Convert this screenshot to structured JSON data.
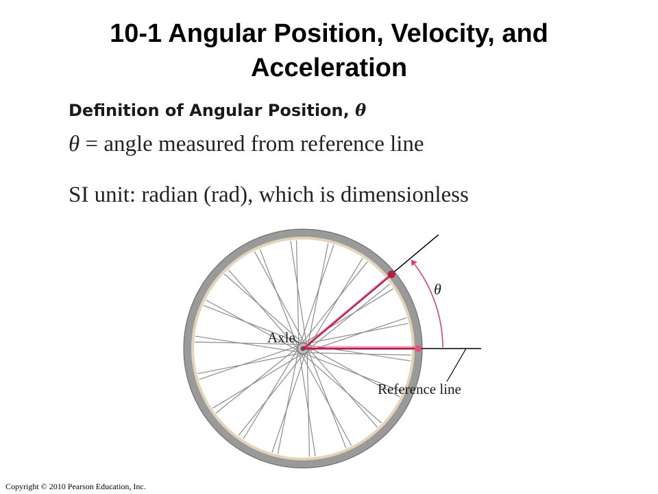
{
  "title": "10-1 Angular Position, Velocity, and Acceleration",
  "definition": {
    "heading": "Definition of Angular Position,",
    "symbol": "θ"
  },
  "equation": {
    "symbol": "θ",
    "equals": "=",
    "text": "angle measured from reference line"
  },
  "si_unit": "SI unit: radian (rad), which is dimensionless",
  "diagram": {
    "axle_label": "Axle",
    "reference_label": "Reference line",
    "angle_label": "θ",
    "spoke_count": 36,
    "angle_degrees": 40,
    "colors": {
      "tire": "#9a9a9a",
      "tire_edge": "#6e6e6e",
      "rim_highlight": "#e3d3b8",
      "spoke": "#8a8a8a",
      "radius_line": "#b31f47",
      "radius_line_light": "#e88aa6",
      "marker": "#e05577",
      "arc": "#d8436a",
      "axis": "#000000"
    }
  },
  "copyright": "Copyright © 2010 Pearson Education, Inc."
}
